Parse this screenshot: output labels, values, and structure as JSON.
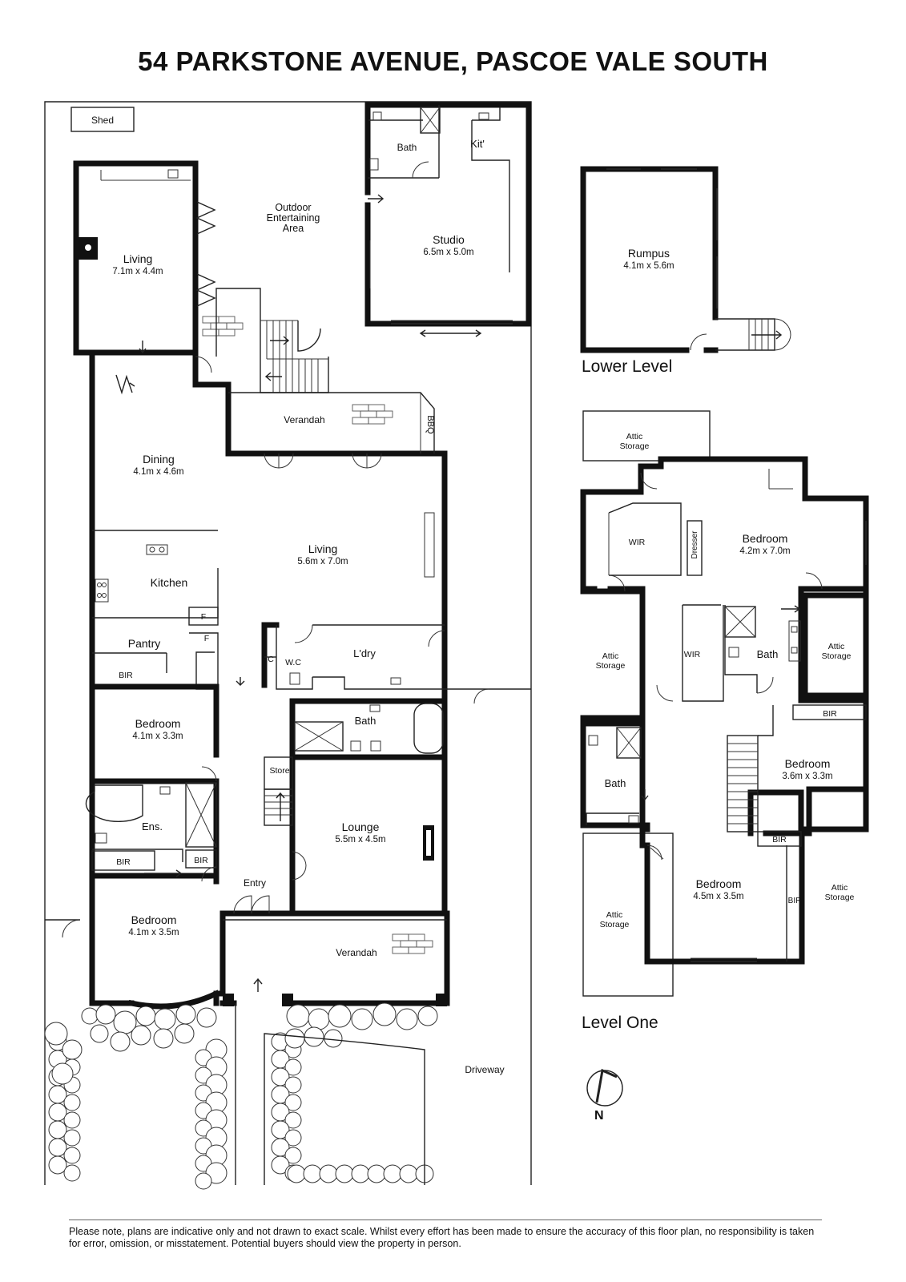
{
  "title": "54 PARKSTONE AVENUE, PASCOE VALE SOUTH",
  "levels": {
    "lower": "Lower Level",
    "one": "Level One"
  },
  "ground": {
    "shed": "Shed",
    "outdoor": [
      "Outdoor",
      "Entertaining",
      "Area"
    ],
    "studio_bath": "Bath",
    "studio_kit": "Kit'",
    "studio": {
      "name": "Studio",
      "dim": "6.5m x 5.0m"
    },
    "living_rear": {
      "name": "Living",
      "dim": "7.1m x 4.4m"
    },
    "verandah_rear": "Verandah",
    "bbq": "BBQ",
    "dining": {
      "name": "Dining",
      "dim": "4.1m x 4.6m"
    },
    "living": {
      "name": "Living",
      "dim": "5.6m x 7.0m"
    },
    "kitchen": "Kitchen",
    "f1": "F",
    "f2": "F",
    "pantry": "Pantry",
    "bir_pantry": "BIR",
    "c": "C",
    "wc": "W.C",
    "ldry": "L'dry",
    "bath": "Bath",
    "bedroom1": {
      "name": "Bedroom",
      "dim": "4.1m x 3.3m"
    },
    "store": "Store",
    "ens": "Ens.",
    "bir_ens": "BIR",
    "bir_small": "BIR",
    "lounge": {
      "name": "Lounge",
      "dim": "5.5m x 4.5m"
    },
    "entry": "Entry",
    "bedroom2": {
      "name": "Bedroom",
      "dim": "4.1m x 3.5m"
    },
    "verandah_front": "Verandah",
    "driveway": "Driveway"
  },
  "lower": {
    "rumpus": {
      "name": "Rumpus",
      "dim": "4.1m x 5.6m"
    }
  },
  "upper": {
    "attic1": [
      "Attic",
      "Storage"
    ],
    "wir1": "WIR",
    "dresser": "Dresser",
    "bedroom_main": {
      "name": "Bedroom",
      "dim": "4.2m x 7.0m"
    },
    "attic2": [
      "Attic",
      "Storage"
    ],
    "wir2": "WIR",
    "bath1": "Bath",
    "attic3": [
      "Attic",
      "Storage"
    ],
    "bir1": "BIR",
    "bath2": "Bath",
    "bedroom2": {
      "name": "Bedroom",
      "dim": "3.6m x 3.3m"
    },
    "bir2": "BIR",
    "attic4": [
      "Attic",
      "Storage"
    ],
    "bedroom3": {
      "name": "Bedroom",
      "dim": "4.5m x 3.5m"
    },
    "bir3": "BIR",
    "attic5": [
      "Attic",
      "Storage"
    ]
  },
  "north": "N",
  "disclaimer": "Please note, plans are indicative only and not drawn to exact scale. Whilst every effort has been made to ensure the accuracy of this floor plan, no responsibility is taken for error, omission, or misstatement. Potential buyers should view the property in person."
}
